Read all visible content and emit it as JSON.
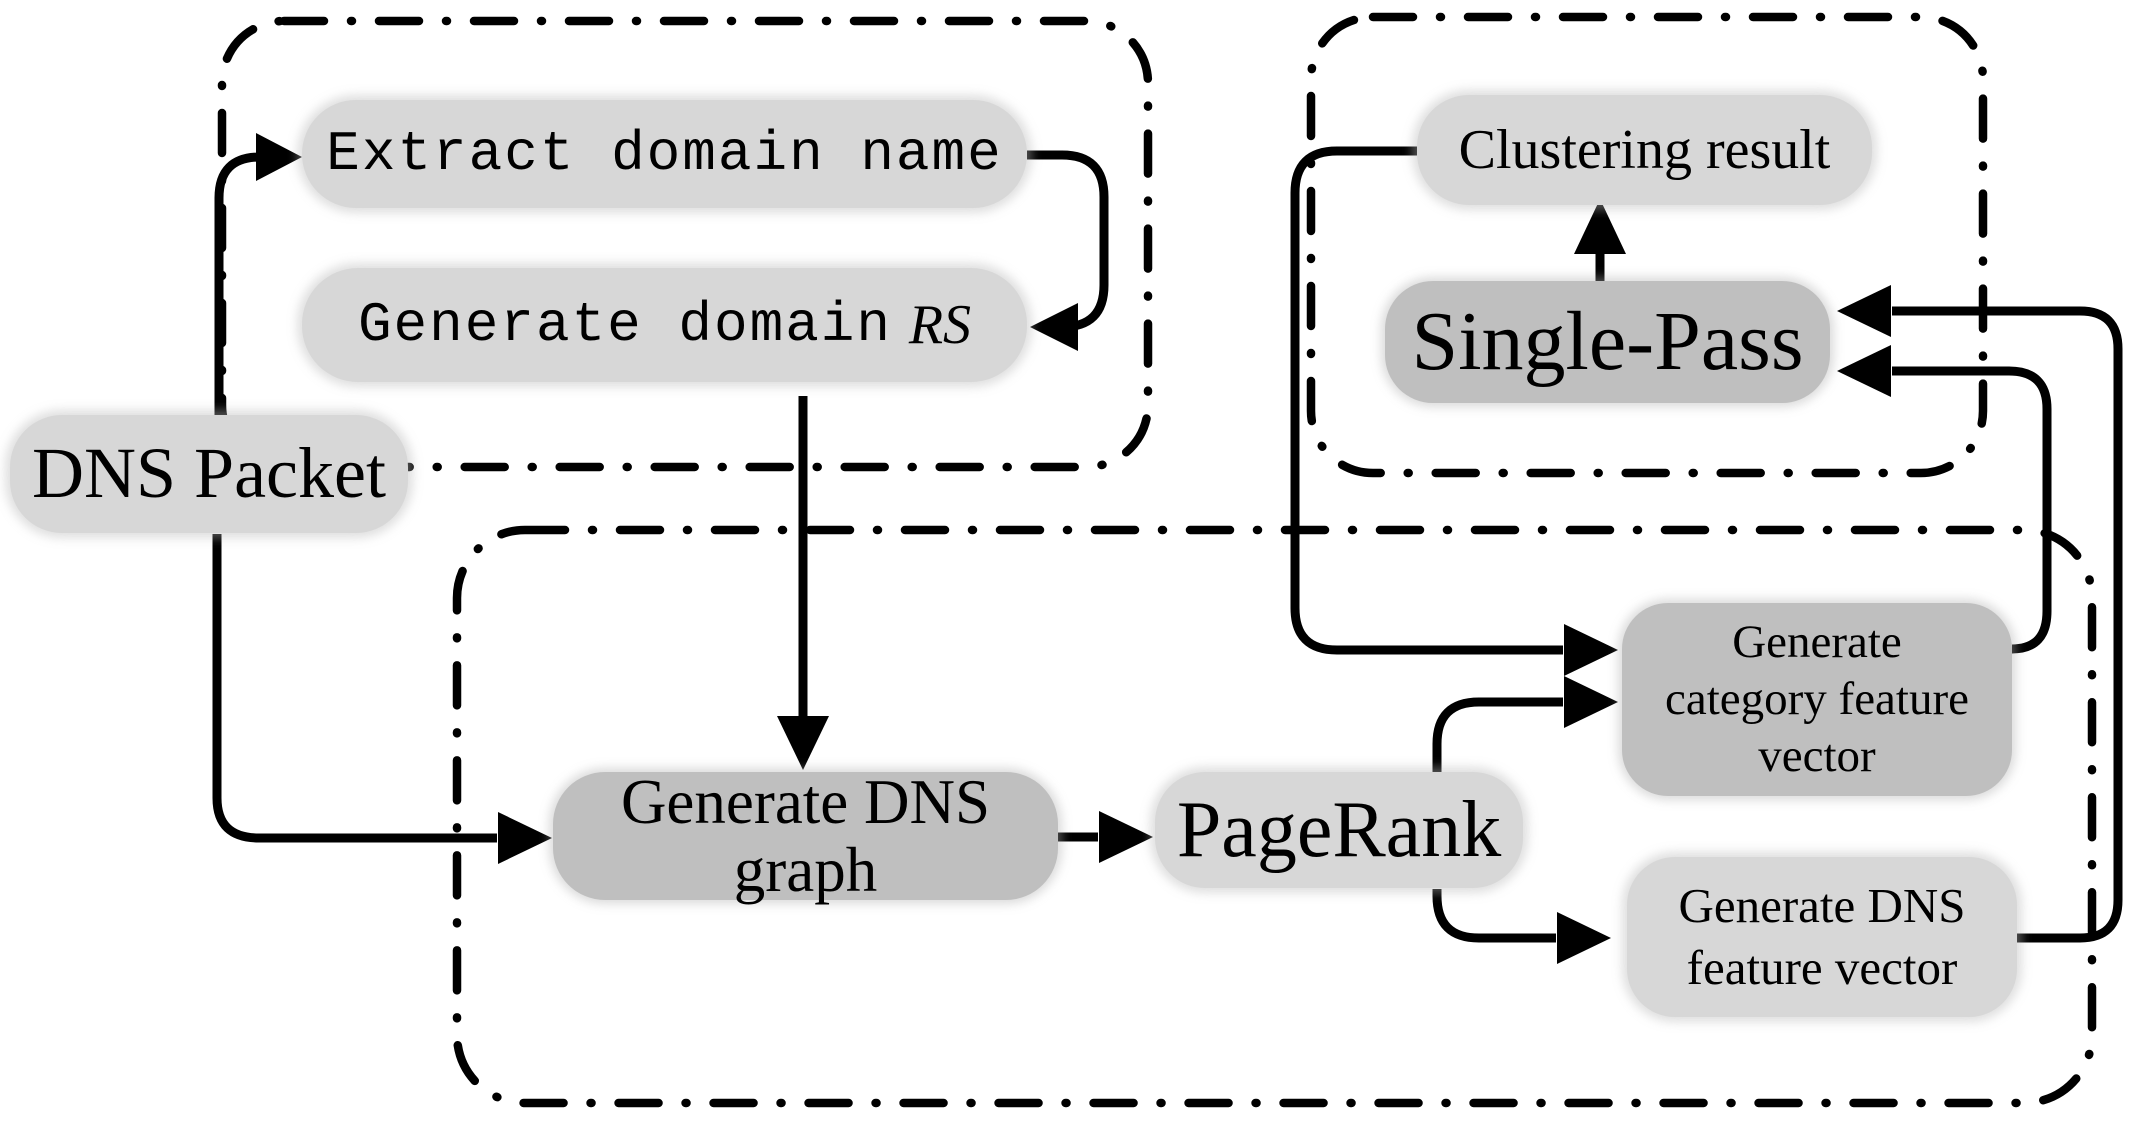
{
  "diagram": {
    "nodes": {
      "extract_domain_name": {
        "label": "Extract domain name"
      },
      "generate_domain_rs": {
        "label": "Generate domain",
        "label_italic": "RS"
      },
      "dns_packet": {
        "label": "DNS Packet"
      },
      "clustering_result": {
        "label": "Clustering result"
      },
      "single_pass": {
        "label": "Single-Pass"
      },
      "generate_dns_graph": {
        "lines": [
          "Generate DNS",
          "graph"
        ]
      },
      "pagerank": {
        "label": "PageRank"
      },
      "generate_category_feature_vector": {
        "lines": [
          "Generate",
          "category feature",
          "vector"
        ]
      },
      "generate_dns_feature_vector": {
        "lines": [
          "Generate DNS",
          "feature vector"
        ]
      }
    },
    "edges": [
      {
        "from": "dns_packet",
        "to": "extract_domain_name"
      },
      {
        "from": "extract_domain_name",
        "to": "generate_domain_rs"
      },
      {
        "from": "generate_domain_rs",
        "to": "generate_dns_graph"
      },
      {
        "from": "dns_packet",
        "to": "generate_dns_graph"
      },
      {
        "from": "generate_dns_graph",
        "to": "pagerank"
      },
      {
        "from": "pagerank",
        "to": "generate_category_feature_vector"
      },
      {
        "from": "pagerank",
        "to": "generate_dns_feature_vector"
      },
      {
        "from": "clustering_result",
        "to": "generate_category_feature_vector"
      },
      {
        "from": "generate_category_feature_vector",
        "to": "single_pass"
      },
      {
        "from": "generate_dns_feature_vector",
        "to": "single_pass"
      },
      {
        "from": "single_pass",
        "to": "clustering_result"
      }
    ],
    "colors": {
      "node_light": "#d7d7d7",
      "node_dark": "#bfbfbf",
      "line": "#000000",
      "background": "#ffffff",
      "text": "#000000"
    }
  }
}
